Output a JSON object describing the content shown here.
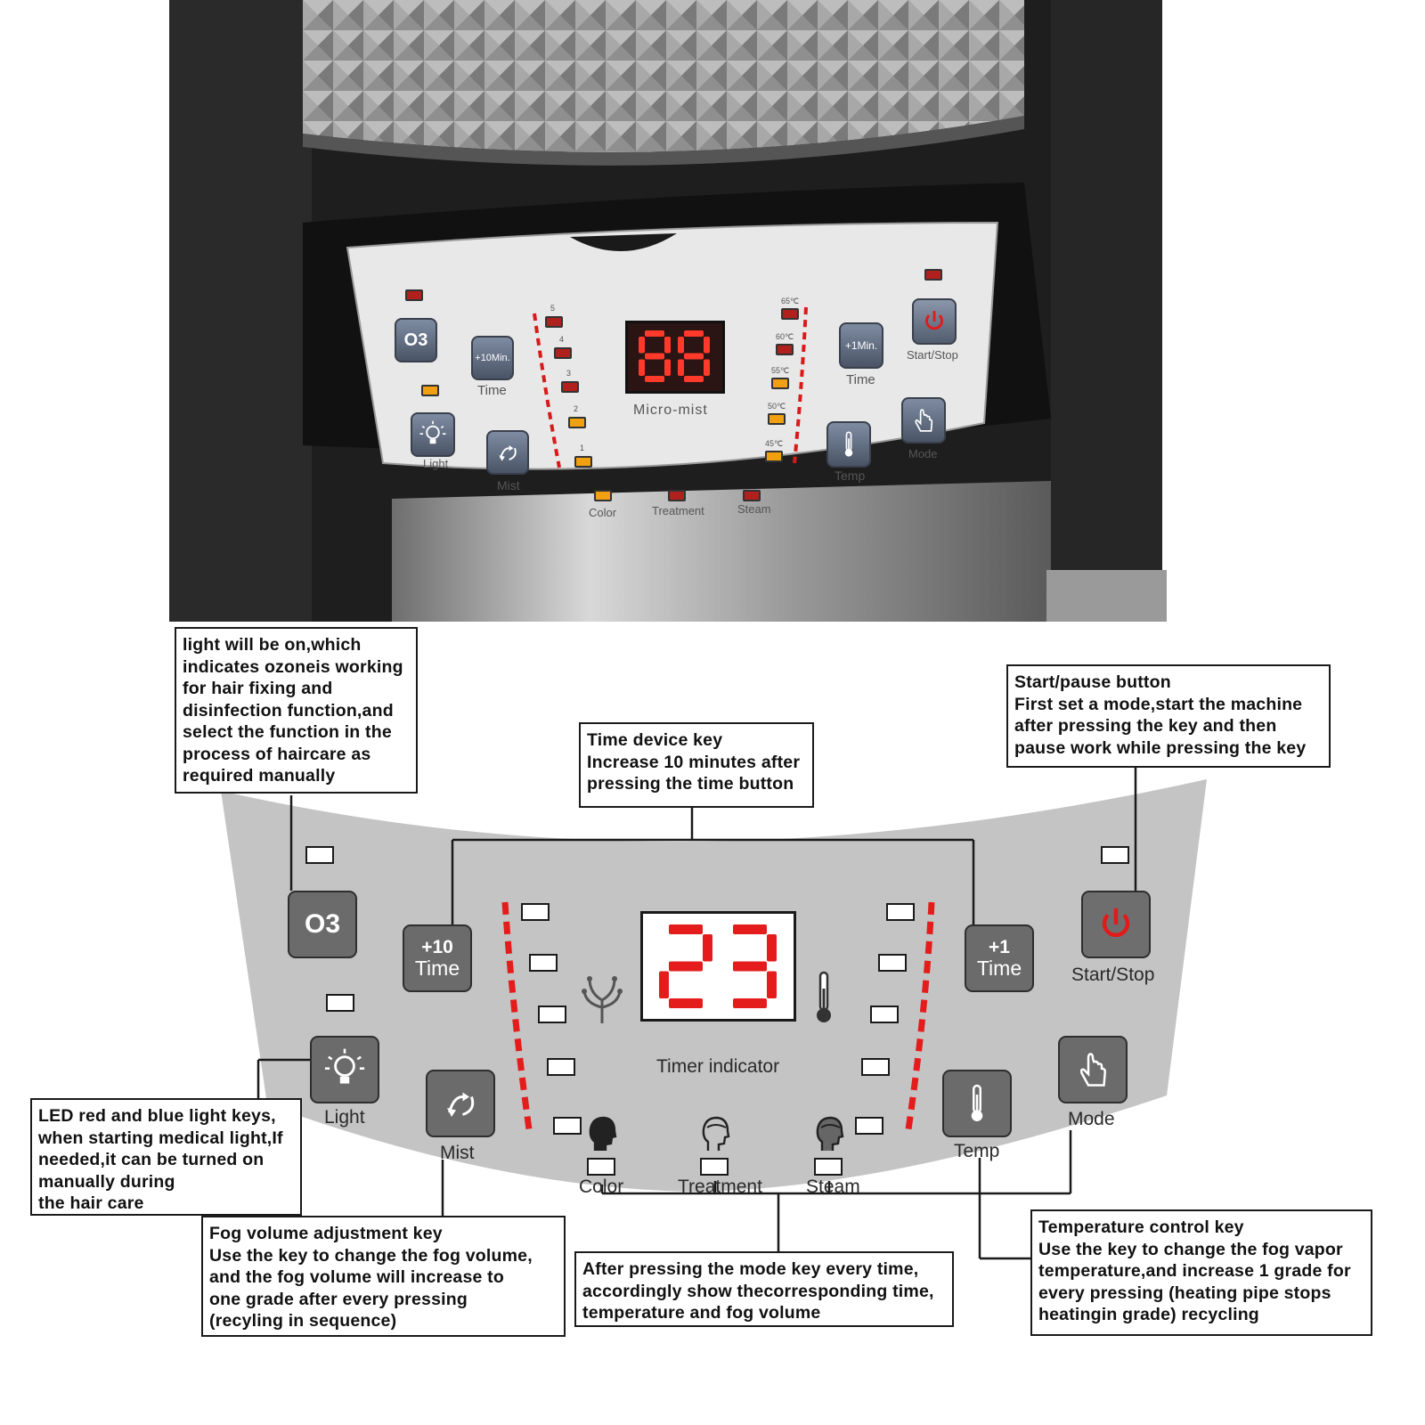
{
  "photo": {
    "display_value": "88",
    "display_label": "Micro-mist",
    "keys": {
      "ozone": "O3",
      "time10_top": "+10Min.",
      "time10_bottom": "Time",
      "time1_top": "+1Min.",
      "time1_bottom": "Time",
      "start_stop": "Start/Stop",
      "light": "Light",
      "mist": "Mist",
      "temp": "Temp",
      "mode": "Mode"
    },
    "fog_levels": [
      "5",
      "4",
      "3",
      "2",
      "1"
    ],
    "temp_levels": [
      "65℃",
      "60℃",
      "55℃",
      "50℃",
      "45℃"
    ],
    "modes": [
      "Color",
      "Treatment",
      "Steam"
    ]
  },
  "diagram": {
    "display_value": "23",
    "display_label": "Timer indicator",
    "keys": {
      "ozone": "O3",
      "time10_top": "+10",
      "time10_bottom": "Time",
      "time1_top": "+1",
      "time1_bottom": "Time",
      "start_stop": "Start/Stop",
      "light": "Light",
      "mist": "Mist",
      "temp": "Temp",
      "mode": "Mode"
    },
    "modes": [
      "Color",
      "Treatment",
      "Steam"
    ]
  },
  "callouts": {
    "ozone": "light will be on,which\nindicates ozoneis working\nfor hair fixing and\ndisinfection function,and\nselect the function in the\nprocess of haircare as\nrequired manually",
    "time": "Time device key\nIncrease 10 minutes after\npressing the time button",
    "start": "Start/pause button\nFirst set a mode,start the machine\nafter pressing the key and then\npause work while pressing the key",
    "light": "LED red and blue light keys,\nwhen starting medical light,If\nneeded,it can be turned on\nmanually during\nthe hair care",
    "mist": "Fog volume adjustment key\nUse the key to change the fog volume,\nand the fog volume will increase to\none grade after every pressing\n(recyling in sequence)",
    "mode": "After pressing the mode key every time,\naccordingly show thecorresponding time,\ntemperature and fog volume",
    "temp": "Temperature control key\nUse the key to change the fog vapor\ntemperature,and increase 1 grade for\nevery pressing (heating pipe stops\nheatingin grade) recycling"
  },
  "colors": {
    "device_body": "#1c1c1c",
    "panel": "#e8e8e8",
    "diagram_panel": "#c4c4c4",
    "key": "#6b6b6b",
    "segment_red": "#e41c1c",
    "led_amber": "#f0a010",
    "led_red": "#b0201c"
  },
  "icons": [
    "ozone-icon",
    "bulb-icon",
    "mist-icon",
    "thermometer-icon",
    "hand-pointer-icon",
    "power-icon",
    "spray-icon",
    "head-icon"
  ]
}
